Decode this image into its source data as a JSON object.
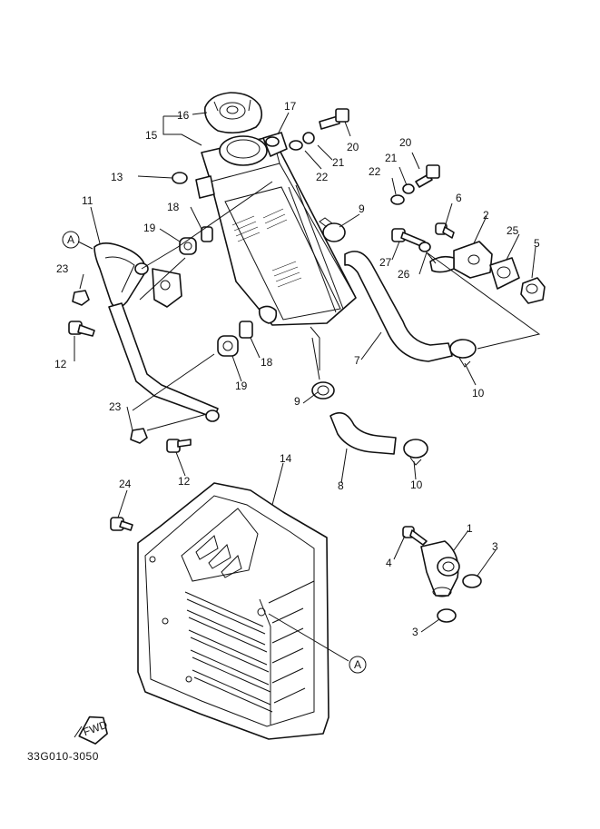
{
  "drawing_code": "33G010-3050",
  "fwd_label": "FWD",
  "callouts": [
    {
      "id": "c1",
      "text": "1"
    },
    {
      "id": "c2",
      "text": "2"
    },
    {
      "id": "c3a",
      "text": "3"
    },
    {
      "id": "c3b",
      "text": "3"
    },
    {
      "id": "c4",
      "text": "4"
    },
    {
      "id": "c5",
      "text": "5"
    },
    {
      "id": "c6",
      "text": "6"
    },
    {
      "id": "c7",
      "text": "7"
    },
    {
      "id": "c8",
      "text": "8"
    },
    {
      "id": "c9a",
      "text": "9"
    },
    {
      "id": "c9b",
      "text": "9"
    },
    {
      "id": "c10a",
      "text": "10"
    },
    {
      "id": "c10b",
      "text": "10"
    },
    {
      "id": "c11",
      "text": "11"
    },
    {
      "id": "c12a",
      "text": "12"
    },
    {
      "id": "c12b",
      "text": "12"
    },
    {
      "id": "c13",
      "text": "13"
    },
    {
      "id": "c14",
      "text": "14"
    },
    {
      "id": "c15",
      "text": "15"
    },
    {
      "id": "c16",
      "text": "16"
    },
    {
      "id": "c17",
      "text": "17"
    },
    {
      "id": "c18a",
      "text": "18"
    },
    {
      "id": "c18b",
      "text": "18"
    },
    {
      "id": "c19a",
      "text": "19"
    },
    {
      "id": "c19b",
      "text": "19"
    },
    {
      "id": "c20a",
      "text": "20"
    },
    {
      "id": "c20b",
      "text": "20"
    },
    {
      "id": "c21a",
      "text": "21"
    },
    {
      "id": "c21b",
      "text": "21"
    },
    {
      "id": "c22a",
      "text": "22"
    },
    {
      "id": "c22b",
      "text": "22"
    },
    {
      "id": "c23a",
      "text": "23"
    },
    {
      "id": "c23b",
      "text": "23"
    },
    {
      "id": "c24",
      "text": "24"
    },
    {
      "id": "c25",
      "text": "25"
    },
    {
      "id": "c26",
      "text": "26"
    },
    {
      "id": "c27",
      "text": "27"
    },
    {
      "id": "ca1",
      "text": "A"
    },
    {
      "id": "ca2",
      "text": "A"
    }
  ]
}
